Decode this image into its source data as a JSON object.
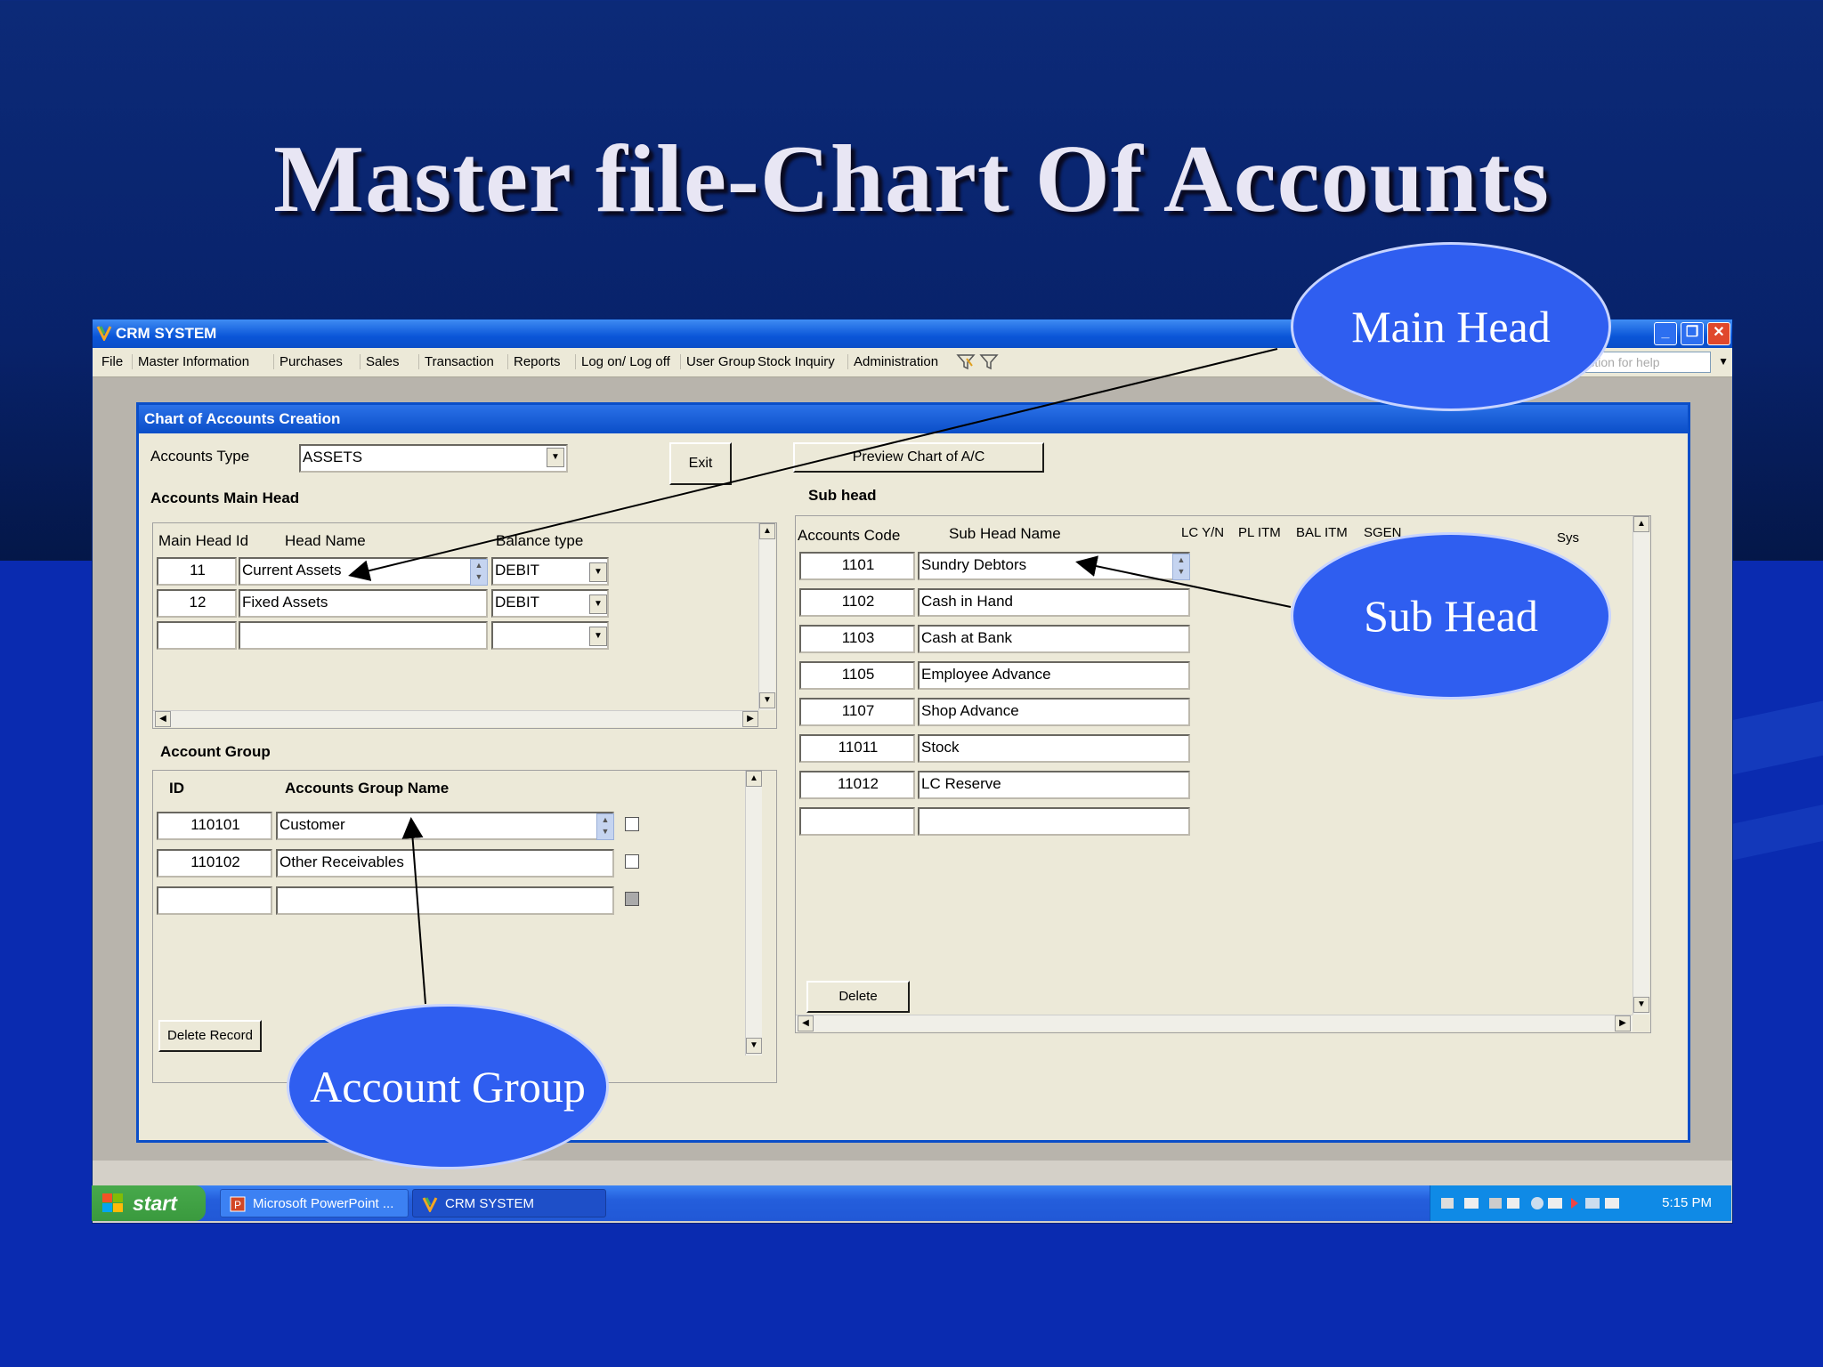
{
  "slide": {
    "title": "Master file-Chart Of Accounts"
  },
  "window": {
    "title": "CRM SYSTEM"
  },
  "menu": {
    "items": [
      "File",
      "Master Information",
      "Purchases",
      "Sales",
      "Transaction",
      "Reports",
      "Log on/ Log off",
      "User Group",
      "Stock Inquiry",
      "Administration"
    ],
    "help_placeholder": "question for help"
  },
  "form": {
    "title": "Chart of Accounts Creation",
    "accounts_type_label": "Accounts Type",
    "accounts_type_value": "ASSETS",
    "exit_label": "Exit",
    "preview_label": "Preview Chart of A/C",
    "main_head_section": "Accounts Main Head",
    "main_head_columns": [
      "Main Head Id",
      "Head Name",
      "Balance type"
    ],
    "main_head_rows": [
      {
        "id": "11",
        "name": "Current Assets",
        "balance": "DEBIT"
      },
      {
        "id": "12",
        "name": "Fixed Assets",
        "balance": "DEBIT"
      },
      {
        "id": "",
        "name": "",
        "balance": ""
      }
    ],
    "account_group_section": "Account Group",
    "group_columns": [
      "ID",
      "Accounts Group Name"
    ],
    "group_rows": [
      {
        "id": "110101",
        "name": "Customer",
        "checked": false
      },
      {
        "id": "110102",
        "name": "Other Receivables",
        "checked": false
      },
      {
        "id": "",
        "name": "",
        "checked": true
      }
    ],
    "delete_record_label": "Delete Record",
    "sub_head_section": "Sub head",
    "sub_head_columns": [
      "Accounts Code",
      "Sub Head Name",
      "LC Y/N",
      "PL ITM",
      "BAL ITM",
      "SGEN",
      "Sys"
    ],
    "sub_head_rows": [
      {
        "code": "1101",
        "name": "Sundry Debtors"
      },
      {
        "code": "1102",
        "name": "Cash in Hand"
      },
      {
        "code": "1103",
        "name": "Cash at Bank"
      },
      {
        "code": "1105",
        "name": "Employee Advance"
      },
      {
        "code": "1107",
        "name": "Shop Advance"
      },
      {
        "code": "11011",
        "name": "Stock"
      },
      {
        "code": "11012",
        "name": "LC Reserve"
      },
      {
        "code": "",
        "name": ""
      }
    ],
    "delete_label": "Delete"
  },
  "taskbar": {
    "start_label": "start",
    "tasks": [
      "Microsoft PowerPoint ...",
      "CRM SYSTEM"
    ],
    "clock": "5:15 PM"
  },
  "callouts": {
    "main_head": "Main Head",
    "sub_head": "Sub Head",
    "account_group": "Account Group"
  },
  "colors": {
    "callout": "#2f5ef0",
    "titlebar": "#0a55d8",
    "window_bg": "#ece9d8"
  }
}
